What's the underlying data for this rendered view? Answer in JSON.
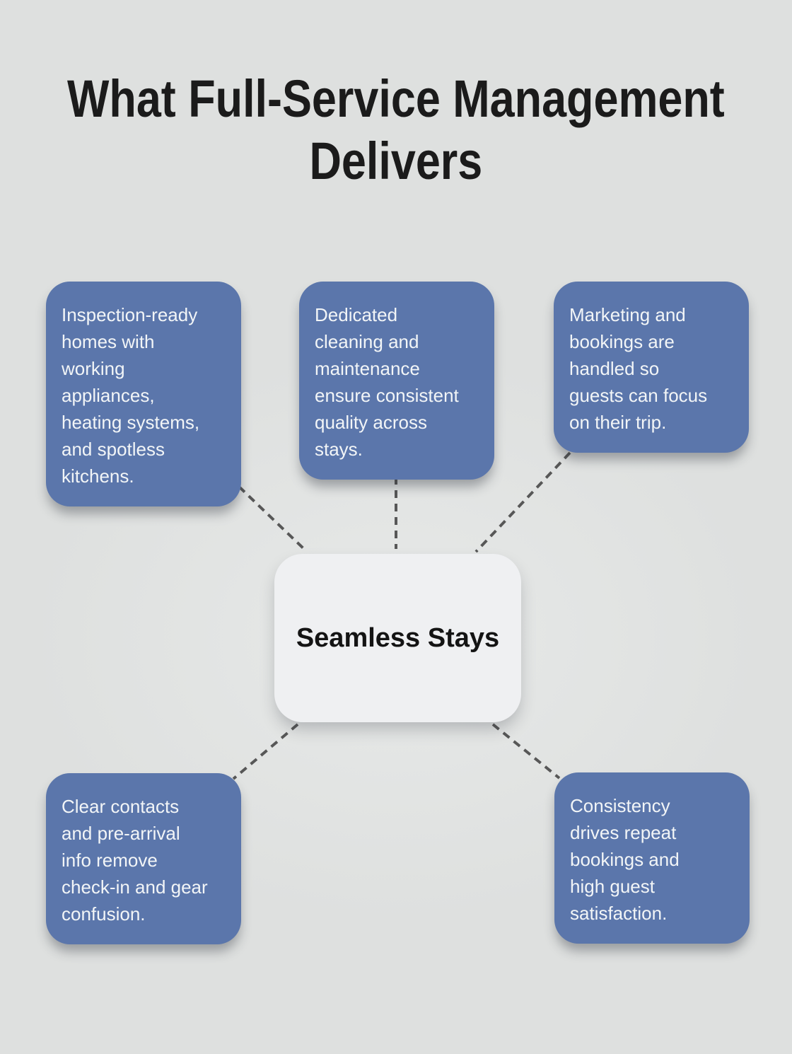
{
  "colors": {
    "page_bg": "#dee0df",
    "title_text": "#1b1b1b",
    "node_fill": "#5b76ab",
    "node_text": "#f2f5f7",
    "center_fill": "#eff0f2",
    "center_text": "#141414",
    "connector": "#575757"
  },
  "title": {
    "text": "What Full-Service Management Delivers",
    "lines": [
      "What Full-Service Management",
      "Delivers"
    ]
  },
  "center_node": {
    "label": "Seamless Stays"
  },
  "nodes": [
    {
      "id": "inspection-ready-homes",
      "position": "top-left",
      "text": "Inspection-ready homes with working appliances, heating systems, and spotless kitchens.",
      "lines": [
        "Inspection-ready",
        "homes with",
        "working",
        "appliances,",
        "heating systems,",
        "and spotless",
        "kitchens."
      ]
    },
    {
      "id": "cleaning-and-maintenance",
      "position": "top-middle",
      "text": "Dedicated cleaning and maintenance ensure consistent quality across stays.",
      "lines": [
        "Dedicated",
        "cleaning and",
        "maintenance",
        "ensure consistent",
        "quality across",
        "stays."
      ]
    },
    {
      "id": "marketing-and-bookings",
      "position": "top-right",
      "text": "Marketing and bookings are handled so guests can focus on their trip.",
      "lines": [
        "Marketing and",
        "bookings are",
        "handled so",
        "guests can focus",
        "on their trip."
      ]
    },
    {
      "id": "clear-contacts",
      "position": "bottom-left",
      "text": "Clear contacts and pre-arrival info remove check-in and gear confusion.",
      "lines": [
        "Clear contacts",
        "and pre-arrival",
        "info remove",
        "check-in and gear",
        "confusion."
      ]
    },
    {
      "id": "consistency-repeat-bookings",
      "position": "bottom-right",
      "text": "Consistency drives repeat bookings and high guest satisfaction.",
      "lines": [
        "Consistency",
        "drives repeat",
        "bookings and",
        "high guest",
        "satisfaction."
      ]
    }
  ]
}
